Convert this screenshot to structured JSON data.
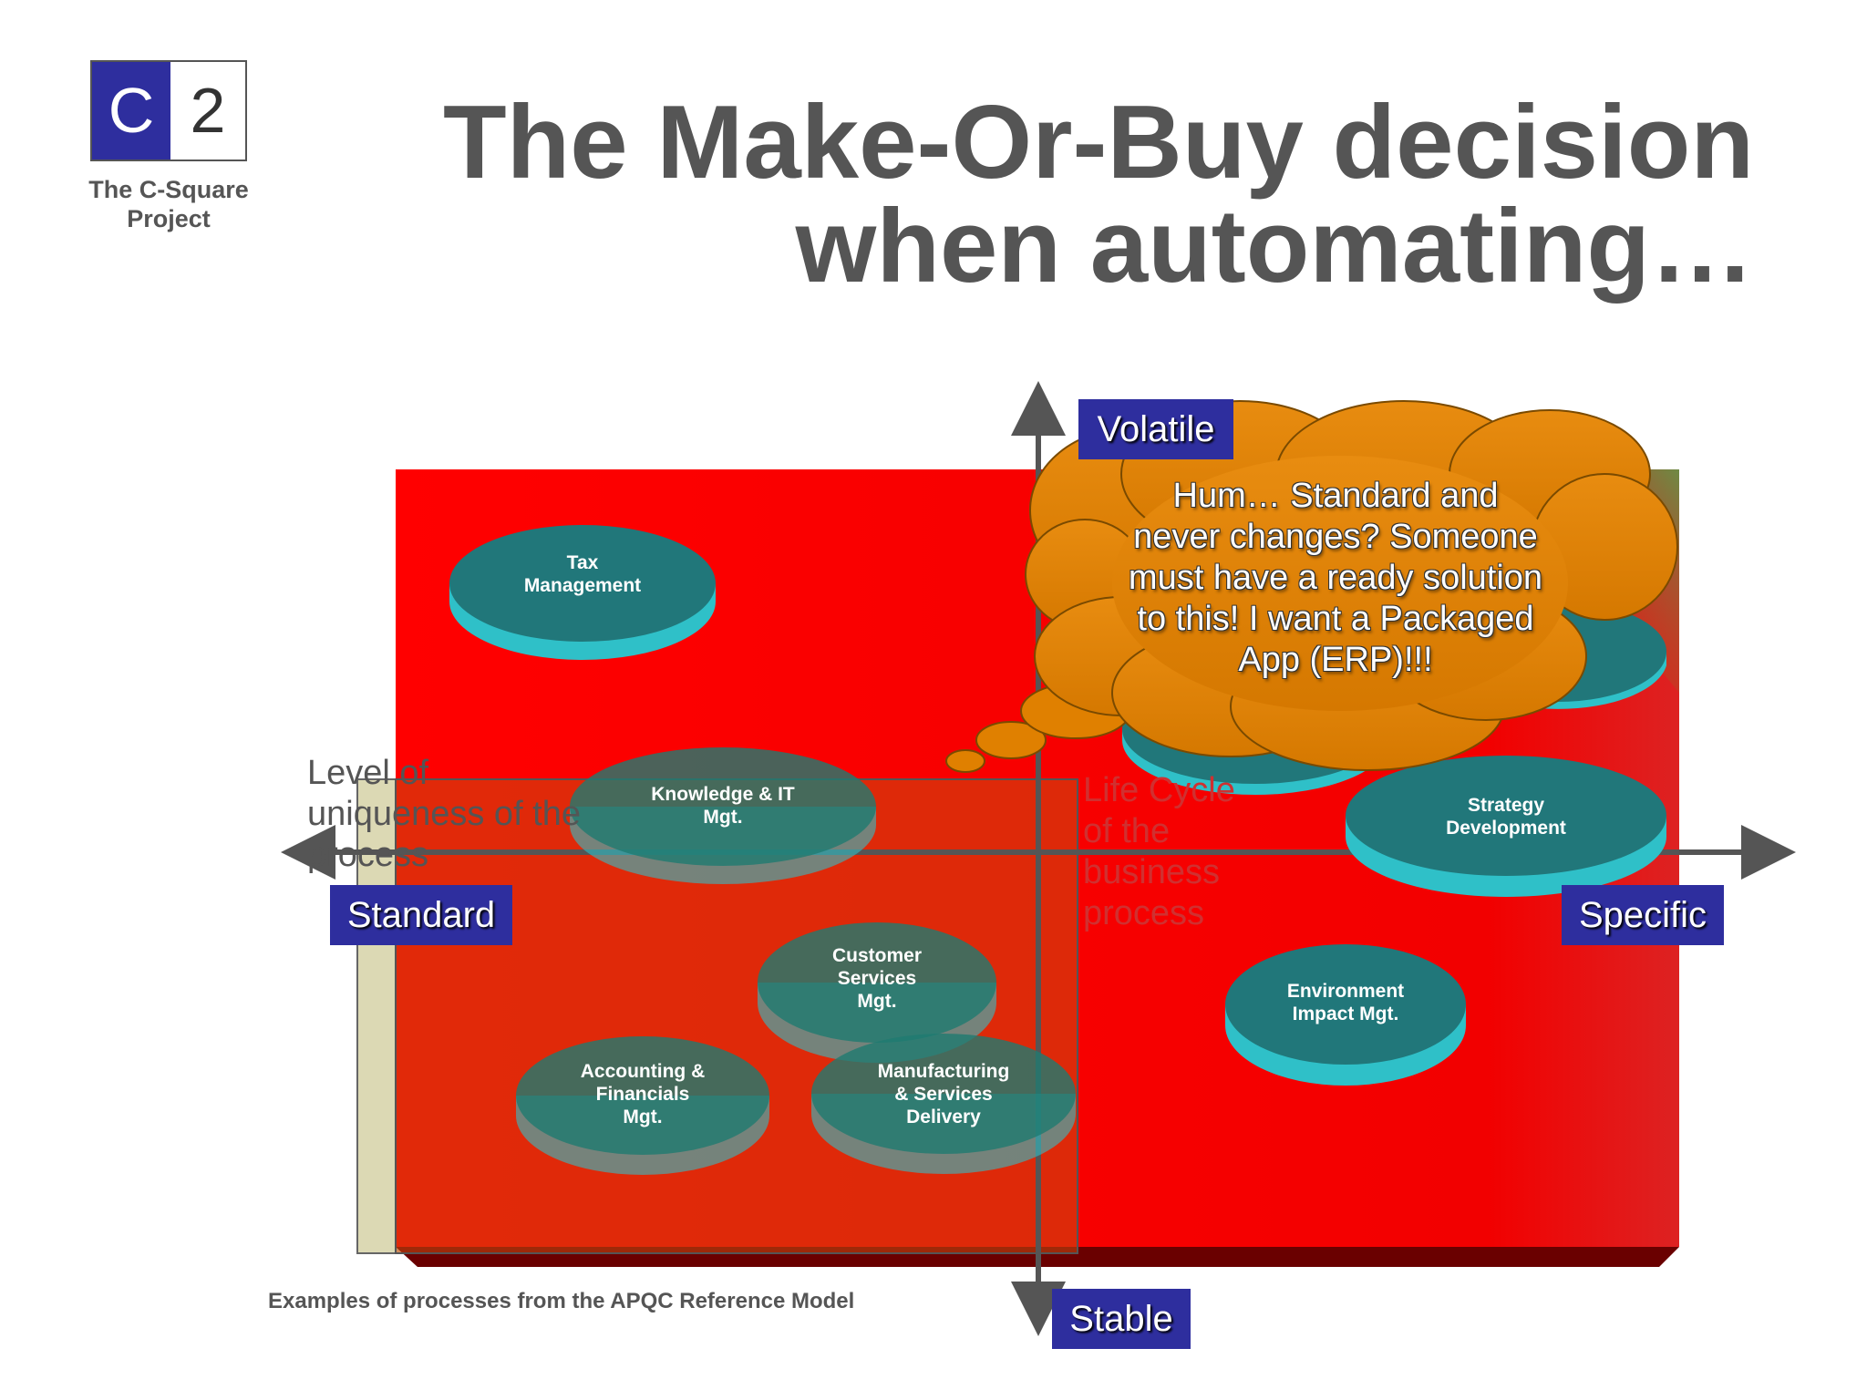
{
  "logo": {
    "left_letter": "C",
    "right_letter": "2",
    "caption": "The C-Square Project"
  },
  "title": {
    "line1": "The Make-Or-Buy decision",
    "line2": "when automating…"
  },
  "axes": {
    "top": "Volatile",
    "bottom": "Stable",
    "left": "Standard",
    "right": "Specific",
    "horizontal_title": "Level of uniqueness of the process",
    "vertical_title": "Life Cycle of the business process"
  },
  "thought_bubble": "Hum… Standard and never changes? Someone must have a ready solution to this! I want a Packaged App (ERP)!!!",
  "processes": [
    {
      "lines": [
        "Tax",
        "Management"
      ]
    },
    {
      "lines": [
        "Knowledge & IT",
        "Mgt."
      ]
    },
    {
      "lines": [
        "Strategy",
        "Development"
      ]
    },
    {
      "lines": [
        "Customer",
        "Services",
        "Mgt."
      ]
    },
    {
      "lines": [
        "Environment",
        "Impact Mgt."
      ]
    },
    {
      "lines": [
        "Accounting &",
        "Financials",
        "Mgt."
      ]
    },
    {
      "lines": [
        "Manufacturing",
        "& Services",
        "Delivery"
      ]
    }
  ],
  "caption": "Examples of processes from the APQC Reference Model",
  "colors": {
    "quadrant": "#ff0000",
    "overlay": "#c84a10",
    "disc_top": "#21777a",
    "disc_side": "#2fc0c8",
    "cloud": "#e08000",
    "axis_box": "#2e2e9e"
  }
}
